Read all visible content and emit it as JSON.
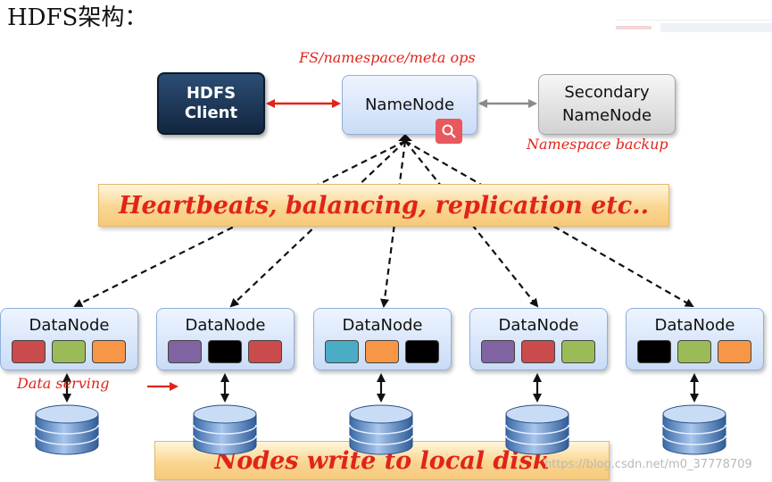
{
  "page": {
    "heading": "HDFS架构："
  },
  "diagram": {
    "client": {
      "line1": "HDFS",
      "line2": "Client"
    },
    "namenode": {
      "label": "NameNode"
    },
    "secondary": {
      "line1": "Secondary",
      "line2": "NameNode"
    },
    "ops_label": "FS/namespace/meta ops",
    "backup_label": "Namespace backup",
    "middle_banner": "Heartbeats, balancing, replication etc..",
    "bottom_banner": "Nodes write to local disk",
    "serving_label": "Data serving",
    "serving_arrow": "→",
    "search_icon": "magnifier-icon",
    "datanodes": [
      {
        "label": "DataNode",
        "blocks": [
          "#c94b4b",
          "#9bbb59",
          "#f79646"
        ]
      },
      {
        "label": "DataNode",
        "blocks": [
          "#8064a2",
          "#000000",
          "#c94b4b"
        ]
      },
      {
        "label": "DataNode",
        "blocks": [
          "#4bacc6",
          "#f79646",
          "#000000"
        ]
      },
      {
        "label": "DataNode",
        "blocks": [
          "#8064a2",
          "#c94b4b",
          "#9bbb59"
        ]
      },
      {
        "label": "DataNode",
        "blocks": [
          "#000000",
          "#9bbb59",
          "#f79646"
        ]
      }
    ]
  },
  "watermark": "https://blog.csdn.net/m0_37778709",
  "colors": {
    "annotation_red": "#e0241b",
    "client_navy": "#1f3a5f",
    "node_blue": "#c9dcf6",
    "banner_orange": "#f9d690"
  }
}
